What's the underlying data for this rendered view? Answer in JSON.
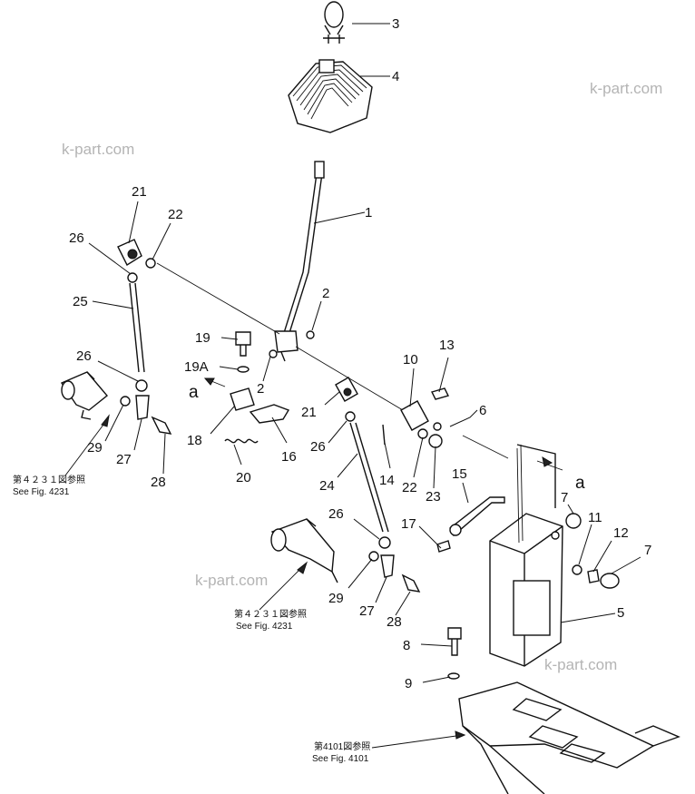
{
  "watermark": "k-part.com",
  "callouts": {
    "c1": "1",
    "c2a": "2",
    "c2b": "2",
    "c3": "3",
    "c4": "4",
    "c5": "5",
    "c6": "6",
    "c7a": "7",
    "c7b": "7",
    "c8": "8",
    "c9": "9",
    "c10": "10",
    "c11": "11",
    "c12": "12",
    "c13": "13",
    "c14": "14",
    "c15": "15",
    "c16": "16",
    "c17": "17",
    "c18": "18",
    "c19": "19",
    "c19A": "19A",
    "c20": "20",
    "c21a": "21",
    "c21b": "21",
    "c22a": "22",
    "c22b": "22",
    "c23": "23",
    "c24": "24",
    "c25": "25",
    "c26a": "26",
    "c26b": "26",
    "c26c": "26",
    "c26d": "26",
    "c27a": "27",
    "c27b": "27",
    "c28a": "28",
    "c28b": "28",
    "c29a": "29",
    "c29b": "29"
  },
  "view_arrow_label": "a",
  "references": {
    "ref1_jp": "第４２３１図参照",
    "ref1_en": "See Fig. 4231",
    "ref2_jp": "第４２３１図参照",
    "ref2_en": "See Fig. 4231",
    "ref3_jp": "第4101図参照",
    "ref3_en": "See Fig. 4101"
  }
}
